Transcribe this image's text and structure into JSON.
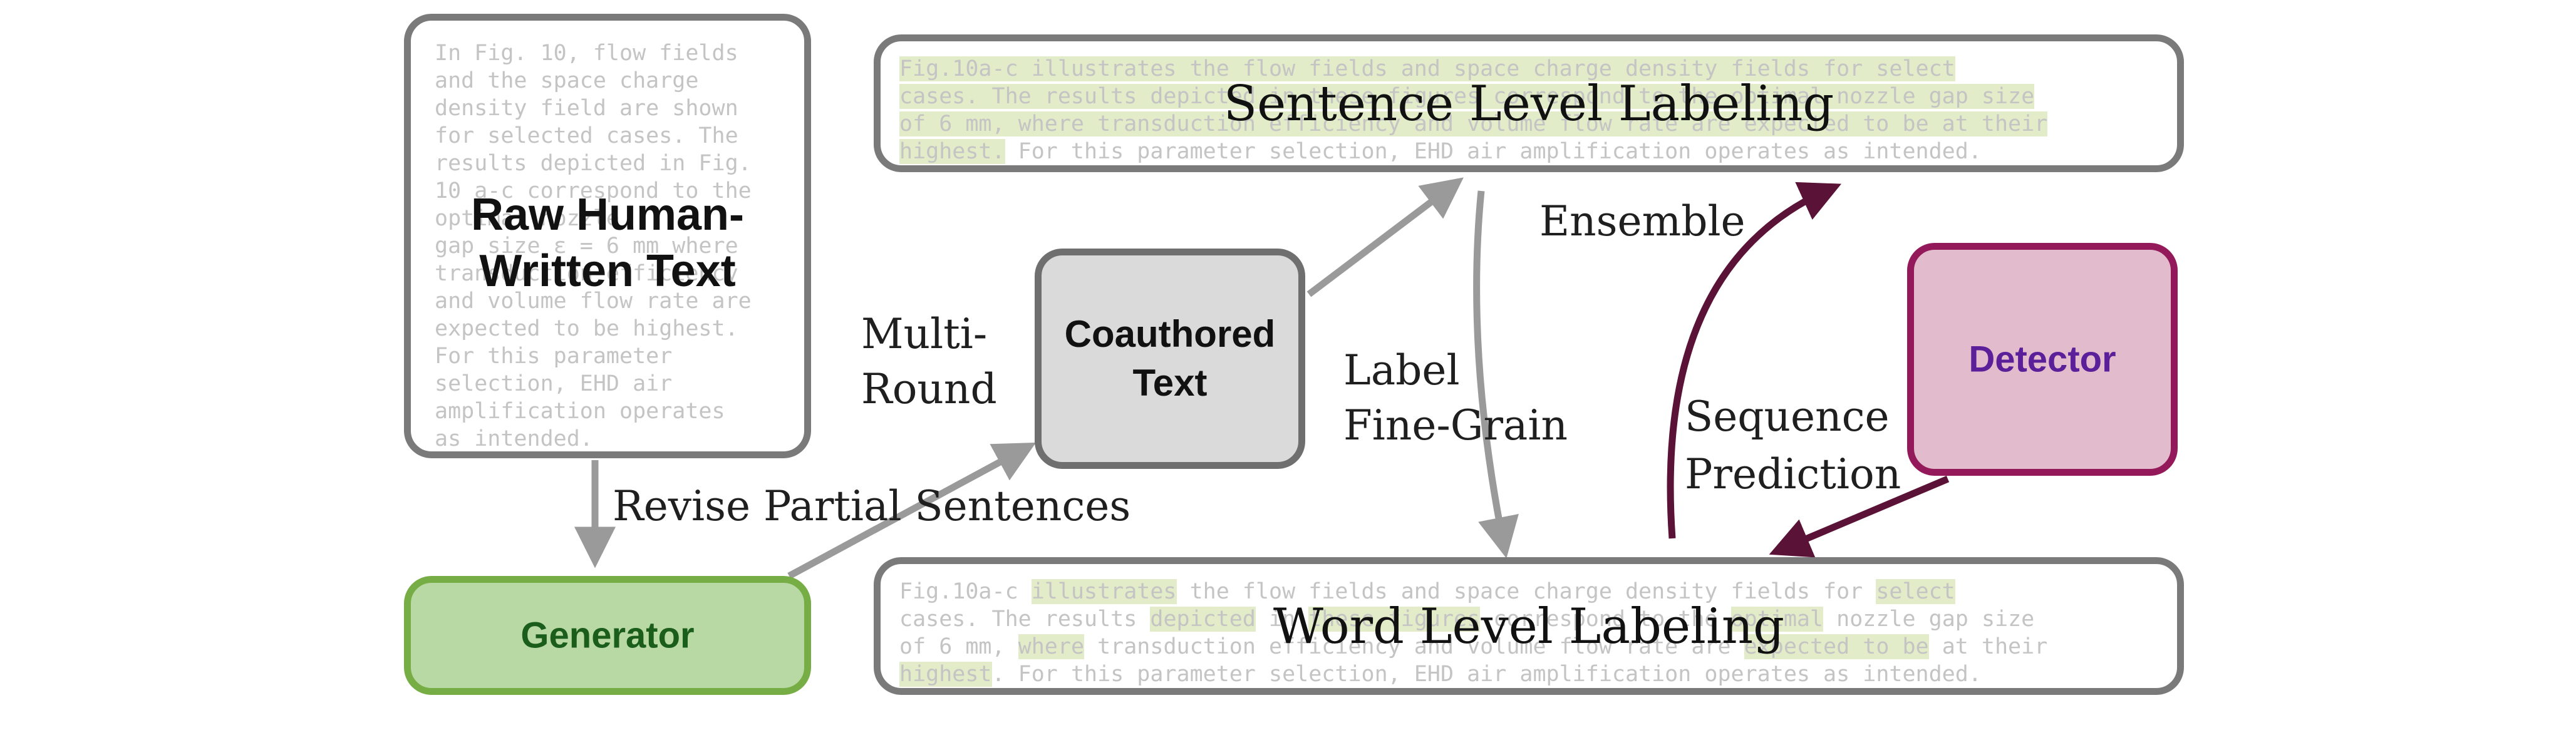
{
  "raw_text": {
    "paragraph": "In Fig. 10, flow fields\nand the space charge\ndensity field are shown\nfor selected cases. The\nresults depicted in Fig.\n10 a-c correspond to the\noptimal nozzle\ngap size ε = 6 mm where\ntransduction efficiency\nand volume flow rate are\nexpected to be highest.\nFor this parameter\nselection, EHD air\namplification operates\nas intended.",
    "title_line1": "Raw Human-",
    "title_line2": "Written Text"
  },
  "sentence_level": {
    "title": "Sentence Level Labeling",
    "line1": "Fig.10a-c illustrates the flow fields and space charge density fields for select",
    "line2": "cases. The results depicted in these figures correspond to the optimal nozzle gap size",
    "line3": "of 6 mm, where transduction efficiency and volume flow rate are expected to be at their",
    "line4_hl": "highest.",
    "line4_rest": " For this parameter selection, EHD air amplification operates as intended."
  },
  "word_level": {
    "title": "Word Level Labeling",
    "l1a": "Fig.10a-c ",
    "l1b": "illustrates",
    "l1c": " the flow fields and space charge density fields for ",
    "l1d": "select",
    "l2a": "cases. The results ",
    "l2b": "depicted",
    "l2c": " in ",
    "l2d": "these figures",
    "l2e": " correspond to the ",
    "l2f": "optimal",
    "l2g": " nozzle gap size",
    "l3a": "of 6 mm, ",
    "l3b": "where",
    "l3c": " transduction efficiency and volume flow rate are ",
    "l3d": "expected to be",
    "l3e": " at their",
    "l4a": "highest",
    "l4b": ". For this parameter selection, EHD air amplification operates as intended."
  },
  "nodes": {
    "coauthored_line1": "Coauthored",
    "coauthored_line2": "Text",
    "generator": "Generator",
    "detector": "Detector"
  },
  "edge_labels": {
    "multi_round_1": "Multi-",
    "multi_round_2": "Round",
    "revise": "Revise Partial Sentences",
    "label_fine_grain_1": "Label",
    "label_fine_grain_2": "Fine-Grain",
    "ensemble": "Ensemble",
    "sequence_1": "Sequence",
    "sequence_2": "Prediction"
  },
  "colors": {
    "highlight": "#e2ecc8",
    "gray_arrow": "#9a9a9a",
    "dark_arrow": "#5a1237",
    "generator_text": "#1b5e1b",
    "detector_text": "#5c1f9a"
  }
}
